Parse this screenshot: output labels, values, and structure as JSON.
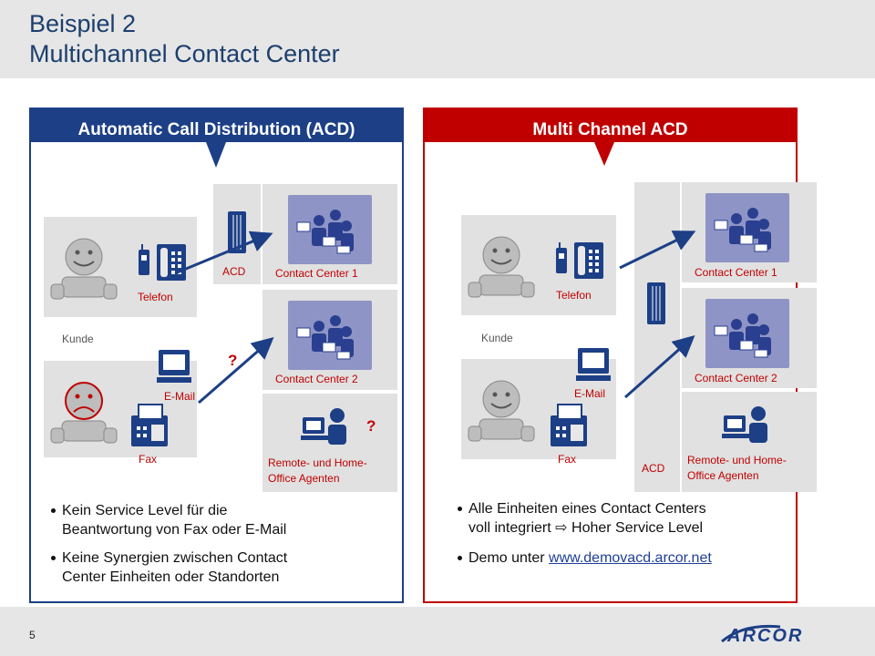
{
  "slide": {
    "title_line1": "Beispiel 2",
    "title_line2": "Multichannel Contact Center",
    "page_number": "5",
    "logo_text": "ARCOR"
  },
  "colors": {
    "navy": "#1c3f86",
    "red": "#c00000",
    "label_red": "#c00000",
    "title_blue": "#1c3f6e"
  },
  "left_panel": {
    "header": "Automatic Call Distribution (ACD)",
    "telefon": "Telefon",
    "kunde": "Kunde",
    "email": "E-Mail",
    "fax": "Fax",
    "acd": "ACD",
    "cc1": "Contact Center 1",
    "cc2": "Contact Center 2",
    "remote_line1": "Remote- und Home-",
    "remote_line2": "Office Agenten",
    "question": "?",
    "bullets": [
      {
        "line1": "Kein Service Level für die",
        "line2": "Beantwortung von Fax oder E-Mail"
      },
      {
        "line1": "Keine Synergien zwischen Contact",
        "line2": "Center Einheiten oder Standorten"
      }
    ]
  },
  "right_panel": {
    "header": "Multi Channel ACD",
    "telefon": "Telefon",
    "kunde": "Kunde",
    "email": "E-Mail",
    "fax": "Fax",
    "acd": "ACD",
    "cc1": "Contact Center 1",
    "cc2": "Contact Center 2",
    "remote_line1": "Remote- und Home-",
    "remote_line2": "Office Agenten",
    "bullets": [
      {
        "line1": "Alle Einheiten eines Contact Centers",
        "line2_prefix": "voll integriert",
        "arrow": "⇨",
        "line2_suffix": "Hoher Service Level"
      },
      {
        "prefix": "Demo unter",
        "link": "www.demovacd.arcor.net"
      }
    ]
  }
}
